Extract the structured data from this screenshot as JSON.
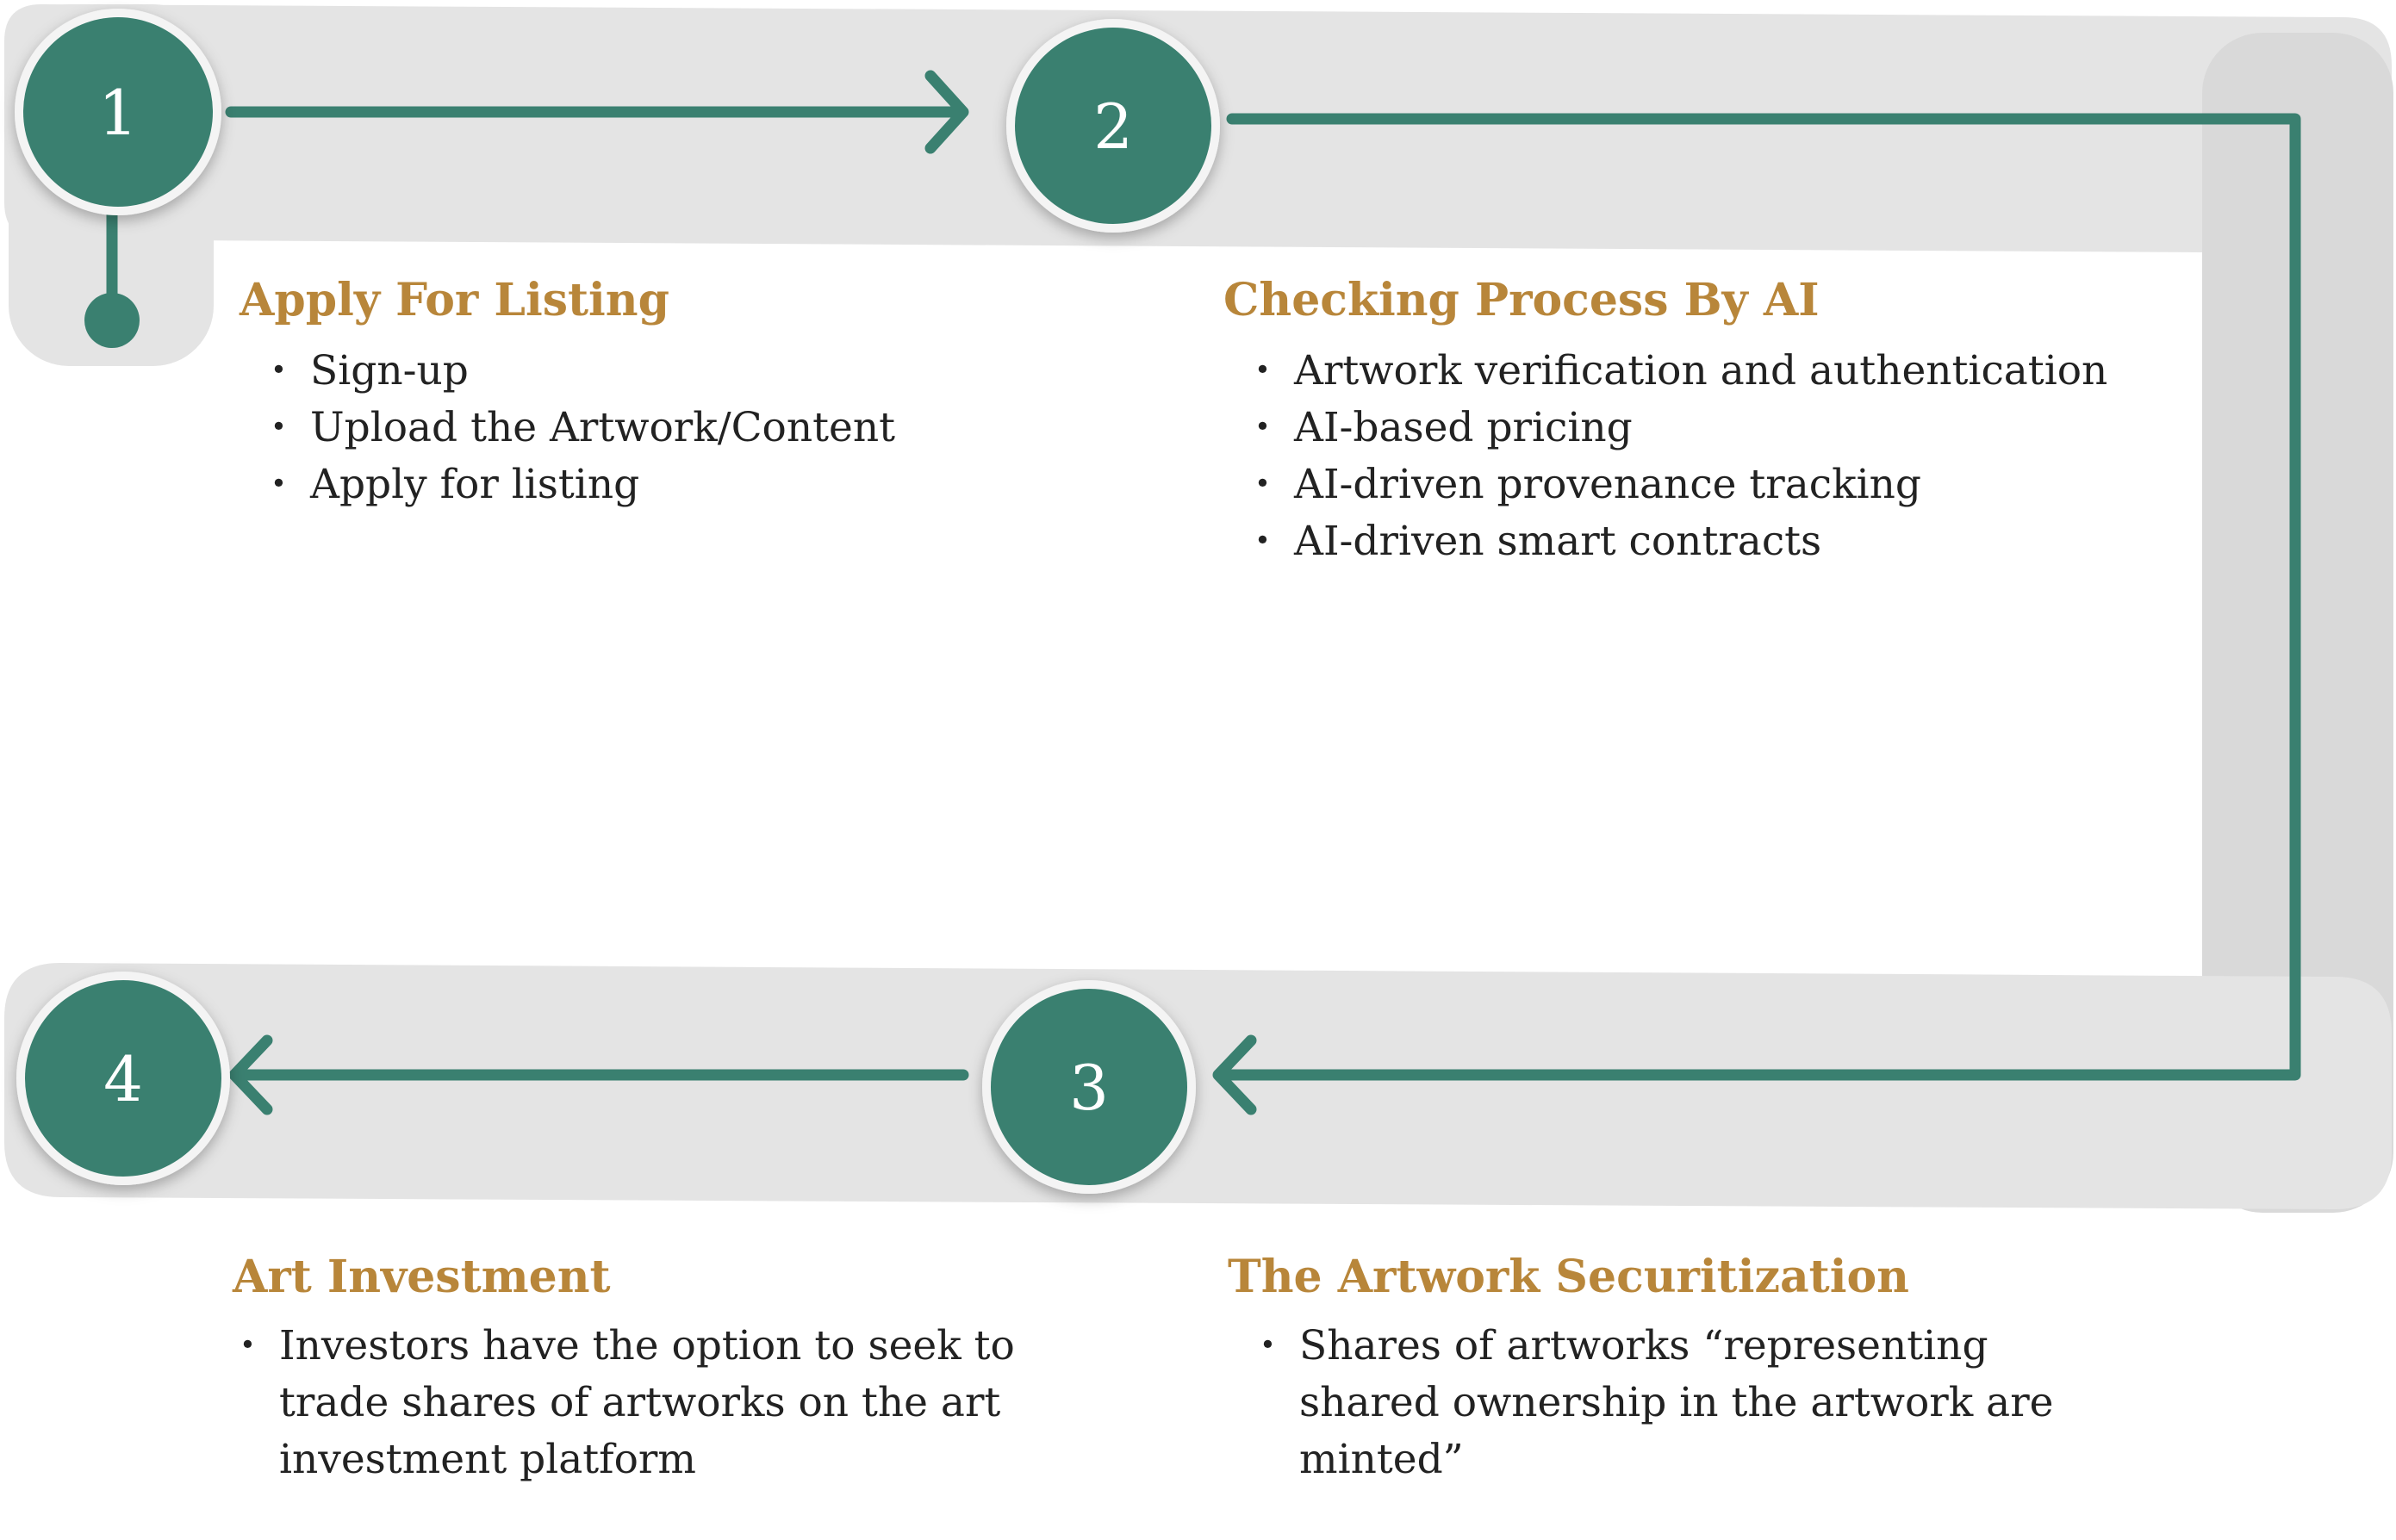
{
  "colors": {
    "teal": "#3a8070",
    "track": "#e4e4e4",
    "track_dark": "#d9d9d9",
    "heading": "#b8863a",
    "text": "#222222"
  },
  "steps": [
    {
      "number": "1",
      "title": "Apply For Listing",
      "bullets": [
        "Sign-up",
        "Upload the Artwork/Content",
        "Apply for listing"
      ]
    },
    {
      "number": "2",
      "title": "Checking Process By AI",
      "bullets": [
        "Artwork verification and authentication",
        "AI-based pricing",
        "AI-driven provenance tracking",
        "AI-driven smart contracts"
      ]
    },
    {
      "number": "3",
      "title": "The Artwork Securitization",
      "bullets": [
        "Shares of artworks “representing shared ownership in the artwork are minted”"
      ]
    },
    {
      "number": "4",
      "title": "Art Investment",
      "bullets": [
        "Investors have the option to seek to trade shares of artworks on the art investment platform"
      ]
    }
  ]
}
